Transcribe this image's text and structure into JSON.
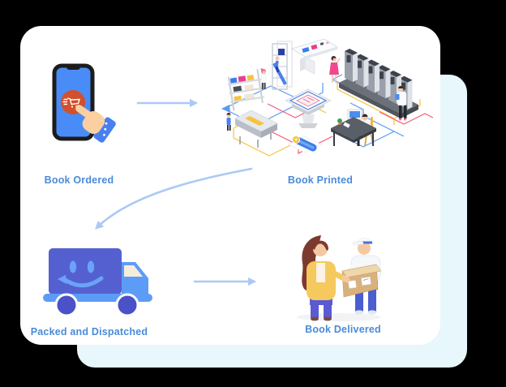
{
  "page": {
    "background_color": "#000000",
    "card_color": "#ffffff",
    "accent_card_color": "#e7f7fb"
  },
  "flow": {
    "label_color": "#4a8bd8",
    "arrow_color": "#abc9f6",
    "steps": [
      {
        "id": "book-ordered",
        "label": "Book Ordered",
        "illustration": "smartphone-tap-order"
      },
      {
        "id": "book-printed",
        "label": "Book Printed",
        "illustration": "printing-factory"
      },
      {
        "id": "packed-dispatched",
        "label": "Packed and Dispatched",
        "illustration": "smiling-delivery-truck"
      },
      {
        "id": "book-delivered",
        "label": "Book Delivered",
        "illustration": "courier-handing-box"
      }
    ]
  },
  "illustration_colors": {
    "phone_screen": "#4a8cf7",
    "phone_frame": "#1c1c1c",
    "order_button": "#d2502b",
    "hand_skin": "#fbcfa0",
    "sleeve_blue": "#4a7ff0",
    "truck_box": "#5560d0",
    "truck_cab": "#5c9cf6",
    "truck_smile": "#6aa3f8",
    "truck_wheel": "#4b51c6",
    "factory_line_blue": "#5b9af0",
    "factory_line_pink": "#f2587a",
    "factory_line_yellow": "#f6c33c",
    "box_cardboard": "#d9b17d",
    "cardigan_yellow": "#f6c95e",
    "pants_purple": "#5a5ad2",
    "pants_blue": "#4a5ecf"
  }
}
